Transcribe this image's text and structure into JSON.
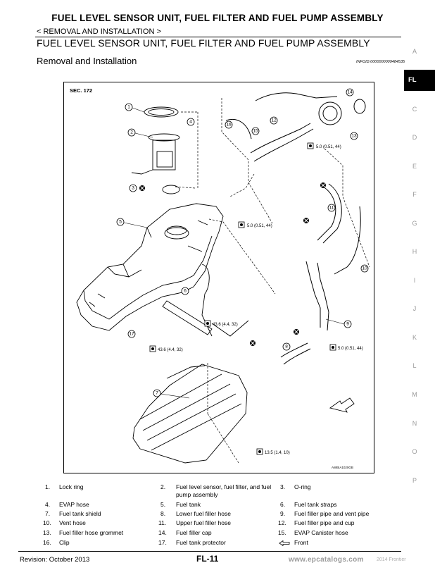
{
  "header": {
    "title": "FUEL LEVEL SENSOR UNIT, FUEL FILTER AND FUEL PUMP ASSEMBLY",
    "breadcrumb": "< REMOVAL AND INSTALLATION >",
    "section_title": "FUEL LEVEL SENSOR UNIT, FUEL FILTER AND FUEL PUMP ASSEMBLY",
    "subtitle": "Removal and Installation",
    "info_code": "INFOID:0000000009484535"
  },
  "side_index": {
    "letters": [
      "A",
      "FL",
      "C",
      "D",
      "E",
      "F",
      "G",
      "H",
      "I",
      "J",
      "K",
      "L",
      "M",
      "N",
      "O",
      "P"
    ],
    "active": "FL"
  },
  "diagram": {
    "section_label": "SEC. 172",
    "figure_code": "AWBIA1020GB",
    "callouts": [
      "1",
      "2",
      "3",
      "4",
      "5",
      "6",
      "7",
      "8",
      "9",
      "10",
      "11",
      "12",
      "13",
      "14",
      "15",
      "16",
      "17"
    ],
    "torques": [
      "5.0 (0.51, 44)",
      "5.0 (0.51, 44)",
      "43.6 (4.4, 32)",
      "43.6 (4.4, 32)",
      "5.0 (0.51, 44)",
      "13.5 (1.4, 10)"
    ]
  },
  "legend": [
    {
      "num": "1.",
      "text": "Lock ring"
    },
    {
      "num": "2.",
      "text": "Fuel level sensor, fuel filter, and fuel pump assembly"
    },
    {
      "num": "3.",
      "text": "O-ring"
    },
    {
      "num": "4.",
      "text": "EVAP hose"
    },
    {
      "num": "5.",
      "text": "Fuel tank"
    },
    {
      "num": "6.",
      "text": "Fuel tank straps"
    },
    {
      "num": "7.",
      "text": "Fuel tank shield"
    },
    {
      "num": "8.",
      "text": "Lower fuel filler hose"
    },
    {
      "num": "9.",
      "text": "Fuel filler pipe and vent pipe"
    },
    {
      "num": "10.",
      "text": "Vent hose"
    },
    {
      "num": "11.",
      "text": "Upper fuel filler hose"
    },
    {
      "num": "12.",
      "text": "Fuel filler pipe and cup"
    },
    {
      "num": "13.",
      "text": "Fuel filler hose grommet"
    },
    {
      "num": "14.",
      "text": "Fuel filler cap"
    },
    {
      "num": "15.",
      "text": "EVAP Canister hose"
    },
    {
      "num": "16.",
      "text": "Clip"
    },
    {
      "num": "17.",
      "text": "Fuel tank protector"
    },
    {
      "num": "",
      "text": "Front"
    }
  ],
  "footer": {
    "revision": "Revision: October 2013",
    "page": "FL-11",
    "watermark": "www.epcatalogs.com",
    "watermark_tail": "2014 Frontier"
  }
}
